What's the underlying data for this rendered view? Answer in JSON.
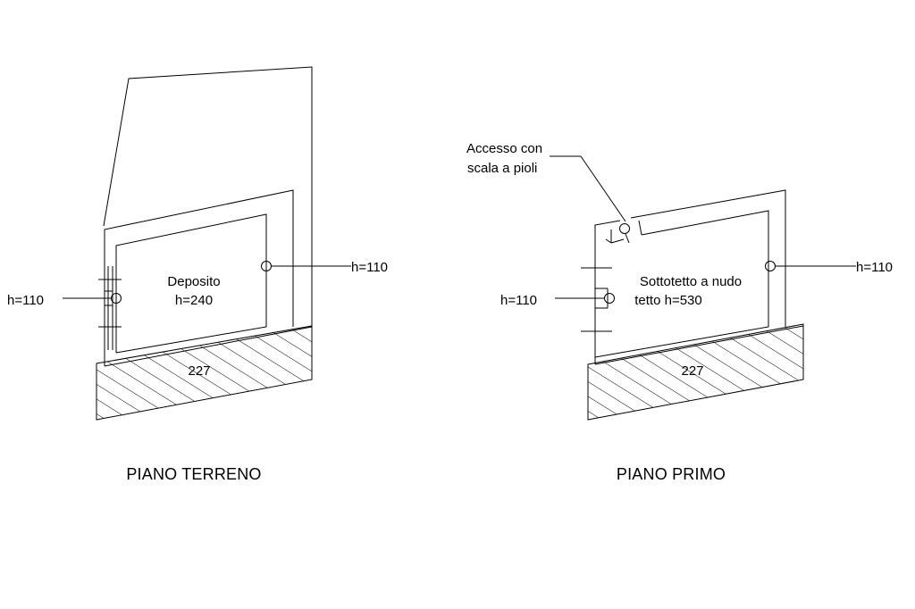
{
  "plans": [
    {
      "title": "PIANO TERRENO",
      "room_name": "Deposito",
      "room_height": "h=240",
      "floor_area": "227",
      "left_height": "h=110",
      "right_height": "h=110"
    },
    {
      "title": "PIANO PRIMO",
      "room_name": "Sottotetto a nudo",
      "room_height": "tetto h=530",
      "floor_area": "227",
      "left_height": "h=110",
      "right_height": "h=110",
      "access_note": [
        "Accesso con",
        "scala a pioli"
      ]
    }
  ],
  "colors": {
    "line": "#000000",
    "background": "#ffffff"
  }
}
